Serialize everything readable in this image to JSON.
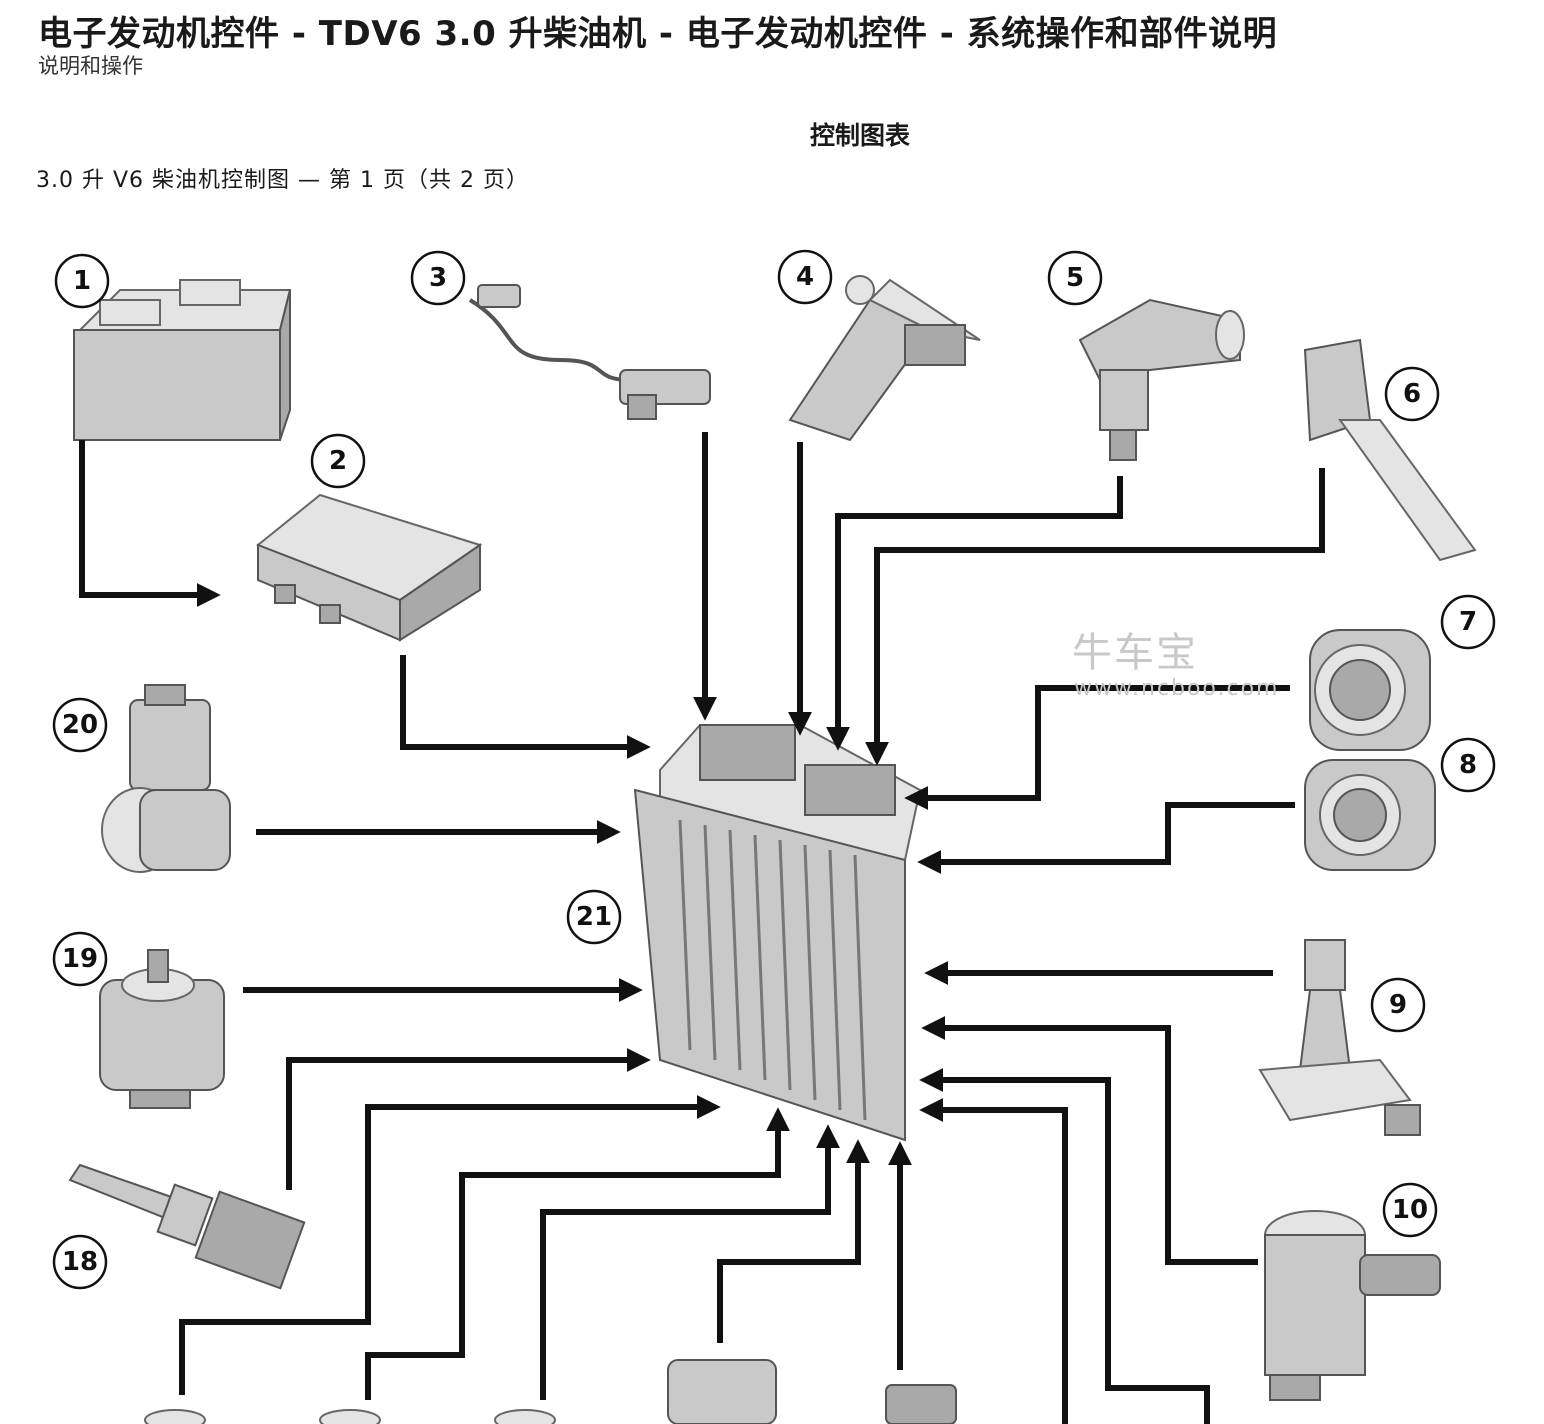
{
  "header": {
    "title": "电子发动机控件 - TDV6 3.0 升柴油机 - 电子发动机控件   - 系统操作和部件说明",
    "subtitle": "说明和操作"
  },
  "section_title": "控制图表",
  "figure_caption": "3.0 升 V6 柴油机控制图 — 第 1 页（共 2 页）",
  "watermark": {
    "brand": "牛车宝",
    "url": "www.ncboo.com"
  },
  "callouts": [
    "1",
    "2",
    "3",
    "4",
    "5",
    "6",
    "7",
    "8",
    "9",
    "10",
    "18",
    "19",
    "20",
    "21"
  ]
}
